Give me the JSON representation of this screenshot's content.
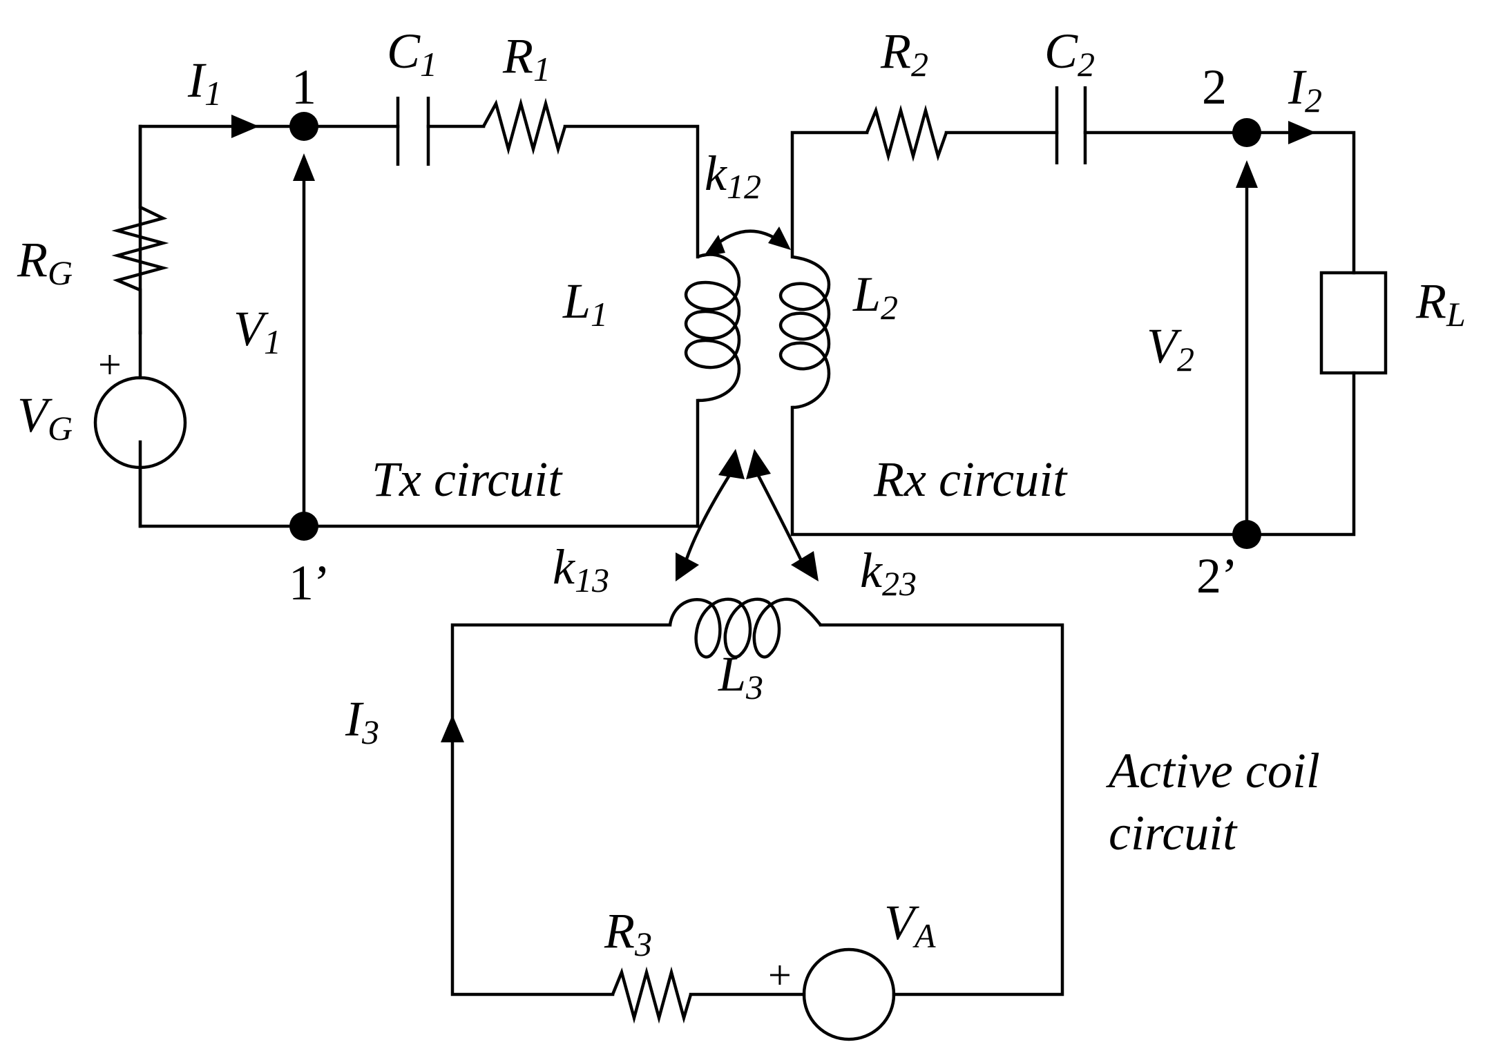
{
  "labels": {
    "I1": {
      "main": "I",
      "sub": "1"
    },
    "I2": {
      "main": "I",
      "sub": "2"
    },
    "I3": {
      "main": "I",
      "sub": "3"
    },
    "C1": {
      "main": "C",
      "sub": "1"
    },
    "C2": {
      "main": "C",
      "sub": "2"
    },
    "R1": {
      "main": "R",
      "sub": "1"
    },
    "R2": {
      "main": "R",
      "sub": "2"
    },
    "R3": {
      "main": "R",
      "sub": "3"
    },
    "RG": {
      "main": "R",
      "sub": "G"
    },
    "RL": {
      "main": "R",
      "sub": "L"
    },
    "VG": {
      "main": "V",
      "sub": "G"
    },
    "V1": {
      "main": "V",
      "sub": "1"
    },
    "V2": {
      "main": "V",
      "sub": "2"
    },
    "VA": {
      "main": "V",
      "sub": "A"
    },
    "L1": {
      "main": "L",
      "sub": "1"
    },
    "L2": {
      "main": "L",
      "sub": "2"
    },
    "L3": {
      "main": "L",
      "sub": "3"
    },
    "k12": {
      "main": "k",
      "sub": "12"
    },
    "k13": {
      "main": "k",
      "sub": "13"
    },
    "k23": {
      "main": "k",
      "sub": "23"
    }
  },
  "terminals": {
    "t1": "1",
    "t1p": "1’",
    "t2": "2",
    "t2p": "2’"
  },
  "polarity": {
    "vg_plus": "+",
    "va_plus": "+"
  },
  "captions": {
    "tx": "Tx circuit",
    "rx": "Rx circuit",
    "active_line1": "Active coil",
    "active_line2": "circuit"
  }
}
